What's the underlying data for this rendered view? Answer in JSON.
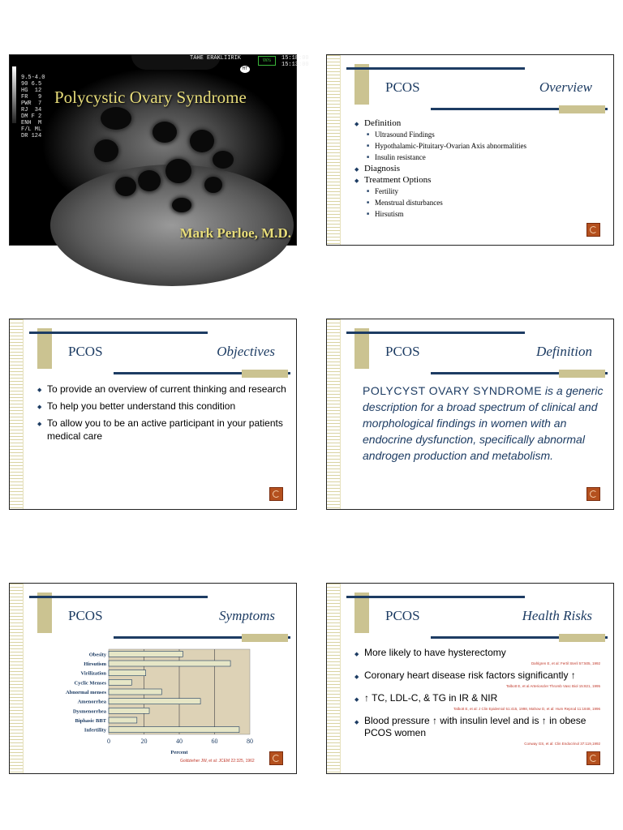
{
  "slide1": {
    "title": "Polycystic Ovary Syndrome",
    "author": "Mark Perloe, M.D.",
    "ultrasound": {
      "header": "TAHE ERAKLIIRIK",
      "time": "15:18:00\n15:13:00",
      "params": "9.5-4.0\n90 6.5\nHG  12\nFR   9\nPWR  7\nRJ  34\nDM F 2\nENH  M\nF/L ML\nDR 124",
      "badge": "HT",
      "icon_text": "W/s"
    }
  },
  "slide2": {
    "left_title": "PCOS",
    "right_title": "Overview",
    "items": [
      {
        "label": "Definition",
        "children": [
          "Ultrasound Findings",
          "Hypothalamic-Pituitary-Ovarian Axis abnormalities",
          "Insulin resistance"
        ]
      },
      {
        "label": "Diagnosis",
        "children": []
      },
      {
        "label": "Treatment Options",
        "children": [
          "Fertility",
          "Menstrual disturbances",
          "Hirsutism"
        ]
      }
    ]
  },
  "slide3": {
    "left_title": "PCOS",
    "right_title": "Objectives",
    "items": [
      "To provide an overview of current thinking and research",
      "To help you better understand this condition",
      "To allow you to be an active participant in your patients medical care"
    ]
  },
  "slide4": {
    "left_title": "PCOS",
    "right_title": "Definition",
    "caps_text": "POLYCYST OVARY SYNDROME",
    "italic_text": " is a generic description for a broad spectrum of clinical and morphological findings in women with an endocrine dysfunction, specifically abnormal androgen production and metabolism."
  },
  "slide5": {
    "left_title": "PCOS",
    "right_title": "Symptoms",
    "citation": "Goldzieher JW, et al: JCEM 22:325, 1962"
  },
  "slide6": {
    "left_title": "PCOS",
    "right_title": "Health Risks",
    "items": [
      {
        "text": "More likely to have hysterectomy",
        "citation": "Dahlgren E, et al: Fertil Steril 57:505, 1992"
      },
      {
        "text": "Coronary heart disease risk factors significantly ↑",
        "citation": "Talbott E, et al Arterioscler Thromb Vasc Biol 15:821, 1995"
      },
      {
        "text": "↑ TC, LDL-C, & TG in IR & NIR",
        "citation": "Talbott E, et al: J Clin Epidemiol 51:415, 1998, Mahow D, et al: Hum Reprod 11:1848, 1996"
      },
      {
        "text": "Blood pressure ↑ with insulin level and is ↑ in obese PCOS women",
        "citation": "Conway GS, et al: Clin Endocrinol 37:119,1992"
      }
    ]
  },
  "chart_data": {
    "type": "bar",
    "orientation": "horizontal",
    "categories": [
      "Obesity",
      "Hirsutism",
      "Virilization",
      "Cyclic Menses",
      "Abnormal menses",
      "Amenorrhea",
      "Dysmenorrhea",
      "Biphasic BBT",
      "Infertility"
    ],
    "values": [
      42,
      69,
      21,
      13,
      30,
      52,
      23,
      16,
      74
    ],
    "xlabel": "Percent",
    "xlim": [
      0,
      80
    ],
    "xticks": [
      0,
      20,
      40,
      60,
      80
    ],
    "grid": true,
    "colors": {
      "bar": "#e6e6c6",
      "plot_bg": "#ddd2b6",
      "stroke": "#1d3c63"
    }
  }
}
